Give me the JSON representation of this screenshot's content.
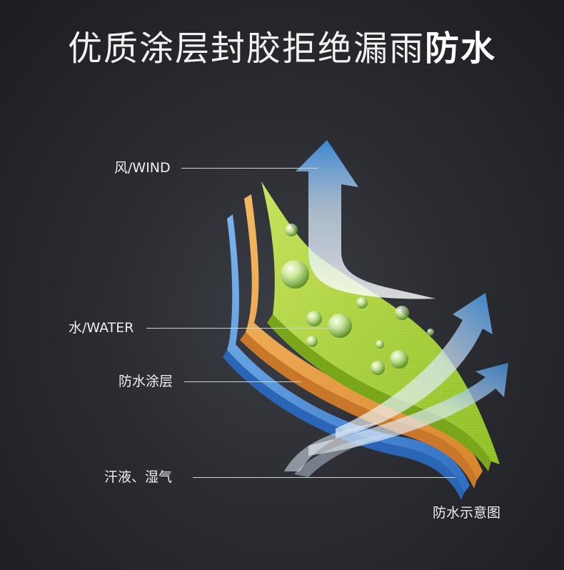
{
  "title": {
    "main": "优质涂层封胶拒绝漏雨",
    "emphasis": "防水"
  },
  "labels": {
    "wind": "风/WIND",
    "water": "水/WATER",
    "coating": "防水涂层",
    "sweat": "汗液、湿气"
  },
  "caption": "防水示意图",
  "colors": {
    "background": "#2a2c31",
    "layer_outer": "#9ccb2c",
    "layer_middle": "#e9a045",
    "layer_inner": "#4f8fd6",
    "arrow": "#4d95dc"
  },
  "icons": [
    "wind-arrow-icon",
    "sweat-arrow-icon",
    "water-droplet-icon"
  ]
}
